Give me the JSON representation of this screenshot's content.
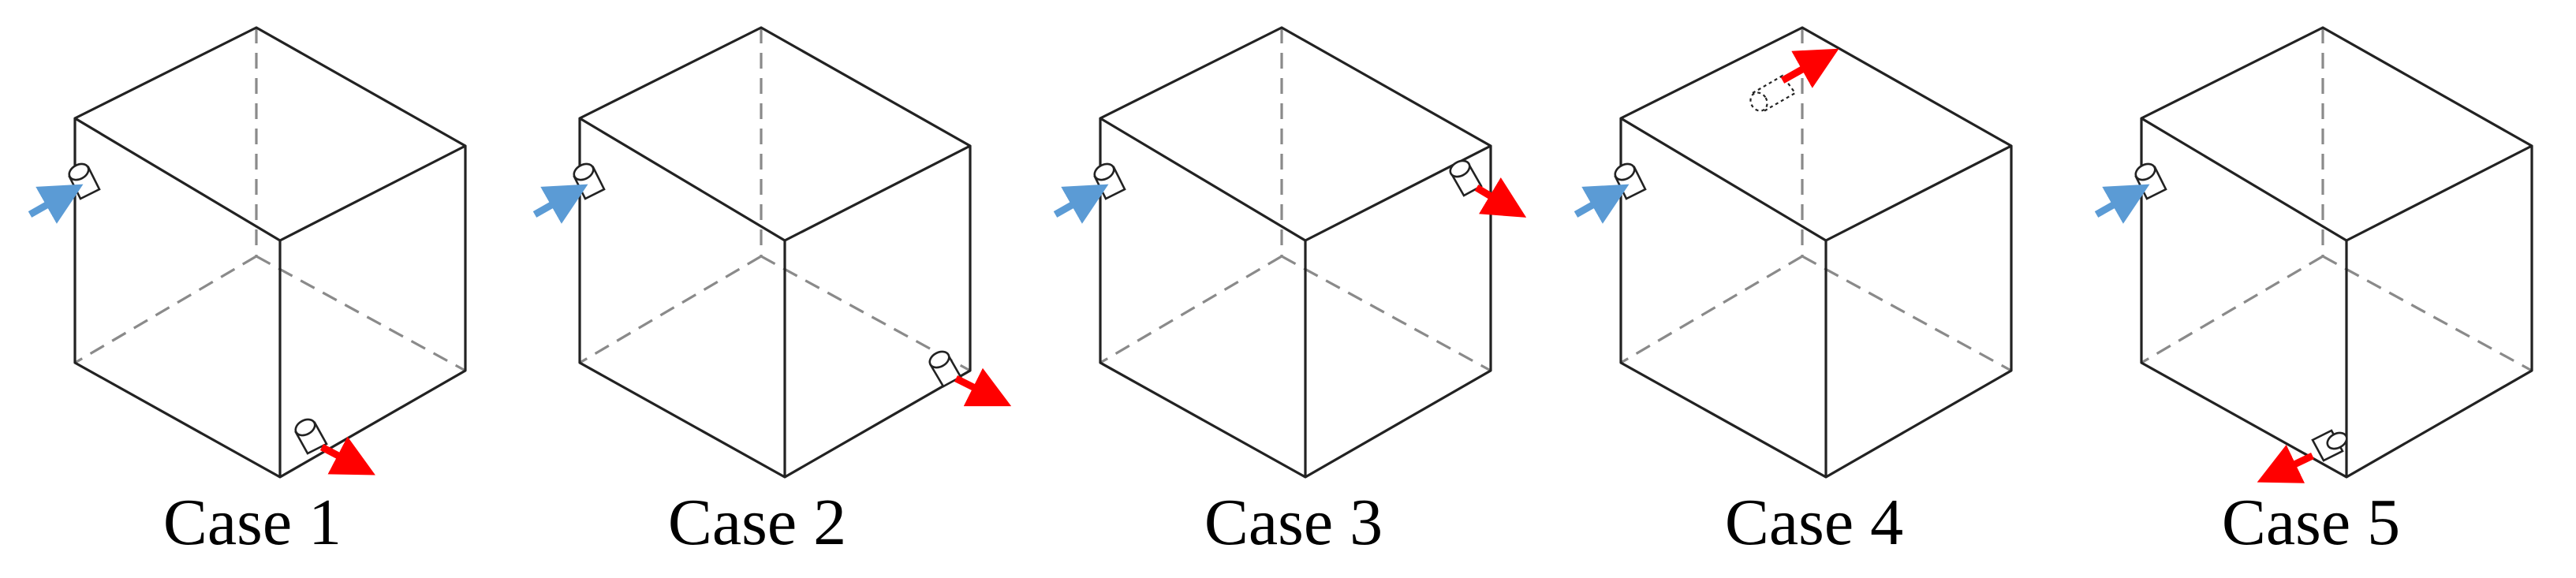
{
  "colors": {
    "inlet_arrow": "#5b9bd5",
    "outlet_arrow": "#ff0000",
    "edge": "#222222",
    "hidden_edge": "#8a8a8a"
  },
  "cases": [
    {
      "label": "Case 1",
      "inlet": "left-upper",
      "outlet": "bottom-front"
    },
    {
      "label": "Case 2",
      "inlet": "left-upper",
      "outlet": "right-lower"
    },
    {
      "label": "Case 3",
      "inlet": "left-upper",
      "outlet": "right-upper"
    },
    {
      "label": "Case 4",
      "inlet": "left-upper",
      "outlet": "top-back"
    },
    {
      "label": "Case 5",
      "inlet": "left-upper",
      "outlet": "bottom-front-left"
    }
  ]
}
